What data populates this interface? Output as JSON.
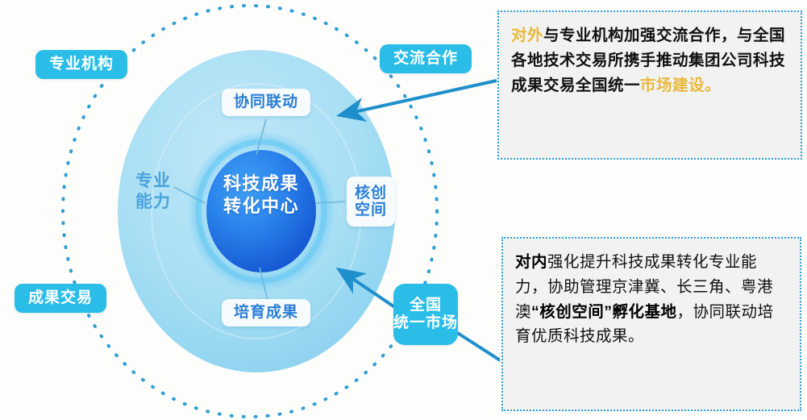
{
  "meta": {
    "title": "科技成果转化中心",
    "type": "concentric-circle-diagram"
  },
  "colors": {
    "badge_cyan": "#29bde8",
    "circle_light_blue": "#a8def2",
    "circle_mid_blue": "#8ed3f0",
    "core_blue": "#1e6fe0",
    "arrow_blue": "#1e8fcb",
    "pill_text_blue": "#2b7fd4",
    "soft_text_blue": "#4ba3dd",
    "highlight_gold": "#e8b93a",
    "callout_bg": "#f2f2f2",
    "page_bg": "#fdfdfb"
  },
  "diagram": {
    "core": {
      "line1": "科技成果",
      "line2": "转化中心"
    },
    "inner_circle_label": {
      "line1": "专业",
      "line2": "能力"
    },
    "pills": [
      {
        "id": "coordination",
        "label": "协同联动"
      },
      {
        "id": "fruit",
        "label": "培育成果"
      },
      {
        "id": "nuclear-space",
        "line1": "核创",
        "line2": "空间"
      }
    ],
    "badges": [
      {
        "id": "professional-organization",
        "label": "专业机构"
      },
      {
        "id": "exchange-cooperation",
        "label": "交流合作"
      },
      {
        "id": "achievement-trading",
        "label": "成果交易"
      },
      {
        "id": "national-unified-market",
        "line1": "全国",
        "line2": "统一市场"
      }
    ]
  },
  "callouts": {
    "top": {
      "id": "external",
      "highlight_start": "对外",
      "body_middle": "与专业机构加强交流合作，与全国各地技术交易所携手推动集团公司科技成果交易全国统一",
      "highlight_end": "市场建设。"
    },
    "bottom": {
      "id": "internal",
      "bold_start": "对内",
      "body_1": "强化提升科技成果转化专业能力，协助管理京津冀、长三角、粤港澳",
      "bold_quote": "“核创空间”孵化基地",
      "body_2": "，协同联动培育优质科技成果。"
    }
  }
}
